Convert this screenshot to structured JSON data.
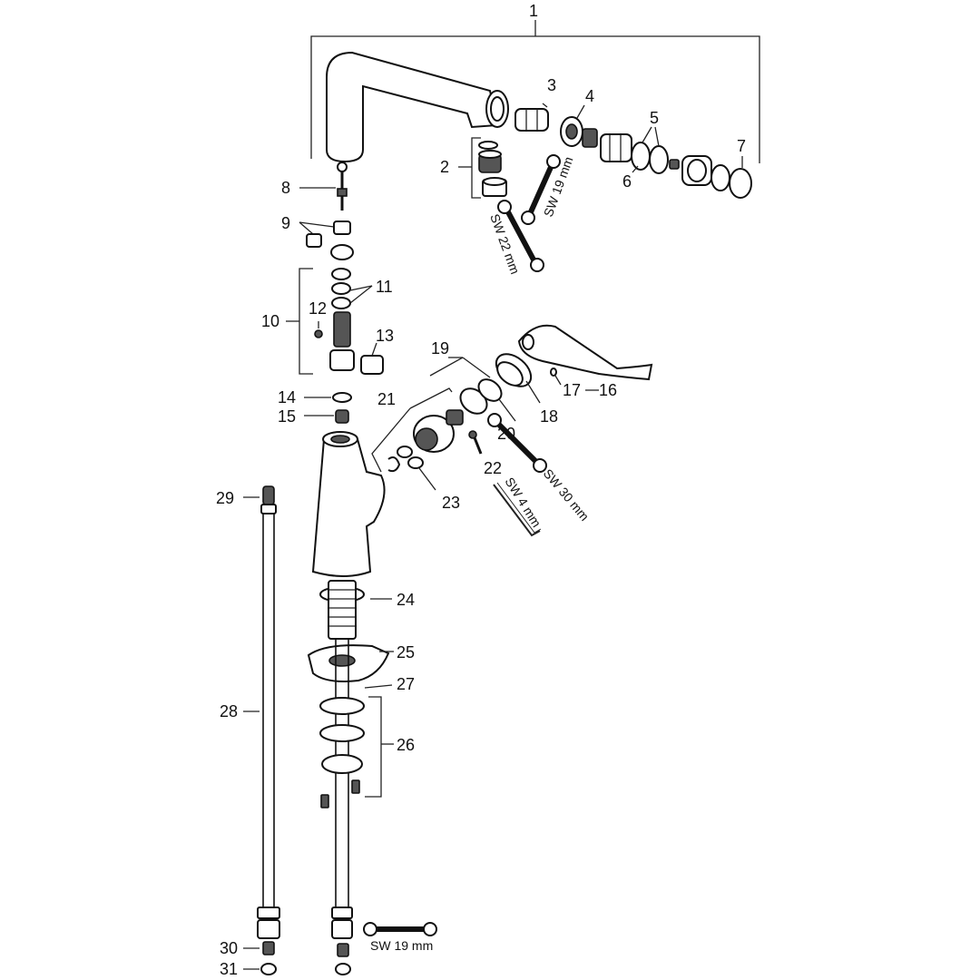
{
  "diagram": {
    "part_labels": {
      "p1": "1",
      "p2": "2",
      "p3": "3",
      "p4": "4",
      "p5": "5",
      "p6": "6",
      "p7": "7",
      "p8": "8",
      "p9": "9",
      "p10": "10",
      "p11": "11",
      "p12": "12",
      "p13": "13",
      "p14": "14",
      "p15": "15",
      "p16": "16",
      "p17": "17",
      "p18": "18",
      "p19": "19",
      "p20": "20",
      "p21": "21",
      "p22": "22",
      "p23": "23",
      "p24": "24",
      "p25": "25",
      "p26": "26",
      "p27": "27",
      "p28": "28",
      "p29": "29",
      "p30": "30",
      "p31": "31"
    },
    "tool_labels": {
      "wrench_22": "SW 22 mm",
      "wrench_19_top": "SW 19 mm",
      "wrench_30": "SW 30 mm",
      "hex_key_4": "SW 4 mm",
      "wrench_19_bottom": "SW 19 mm"
    }
  }
}
